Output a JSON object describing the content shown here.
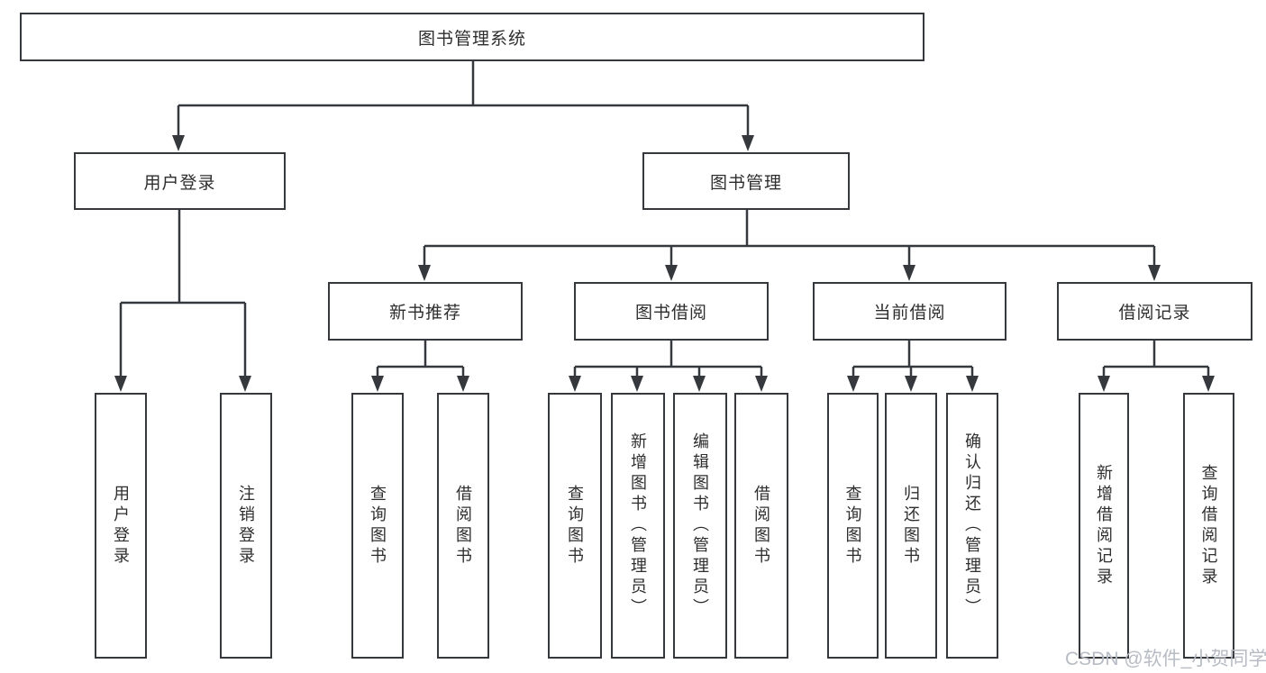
{
  "diagram": {
    "root": {
      "label": "图书管理系统"
    },
    "branches": [
      {
        "label": "用户登录",
        "children": [
          {
            "label": "用户登录"
          },
          {
            "label": "注销登录"
          }
        ]
      },
      {
        "label": "图书管理",
        "children": [
          {
            "label": "新书推荐",
            "children": [
              {
                "label": "查询图书"
              },
              {
                "label": "借阅图书"
              }
            ]
          },
          {
            "label": "图书借阅",
            "children": [
              {
                "label": "查询图书"
              },
              {
                "label": "新增图书（管理员）"
              },
              {
                "label": "编辑图书（管理员）"
              },
              {
                "label": "借阅图书"
              }
            ]
          },
          {
            "label": "当前借阅",
            "children": [
              {
                "label": "查询图书"
              },
              {
                "label": "归还图书"
              },
              {
                "label": "确认归还（管理员）"
              }
            ]
          },
          {
            "label": "借阅记录",
            "children": [
              {
                "label": "新增借阅记录"
              },
              {
                "label": "查询借阅记录"
              }
            ]
          }
        ]
      }
    ]
  },
  "watermark": {
    "text": "CSDN @软件_小贺同学"
  },
  "colors": {
    "line": "#35383d",
    "text": "#2e2e2e",
    "background": "#ffffff",
    "watermark": "#b7bcc4"
  }
}
